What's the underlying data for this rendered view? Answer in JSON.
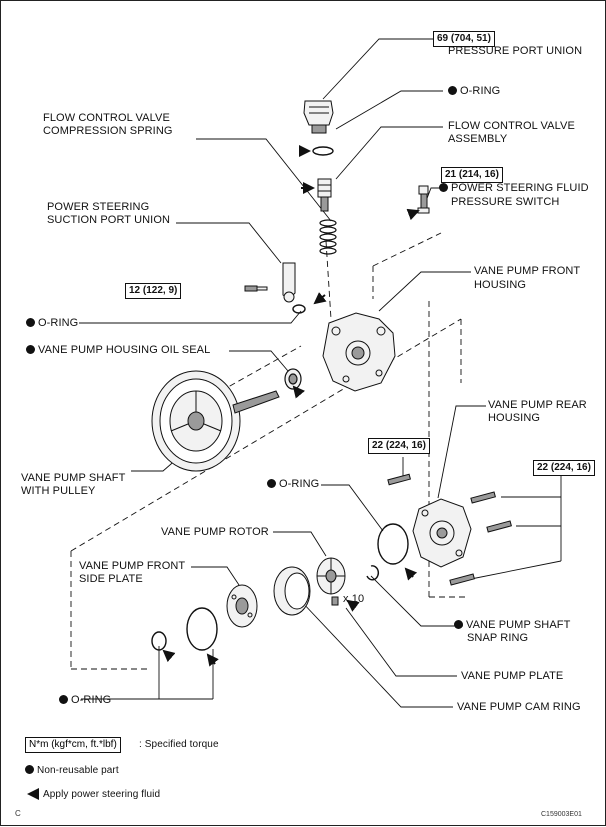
{
  "labels": {
    "pressure_port_union": "PRESSURE PORT UNION",
    "o_ring_top": "O-RING",
    "flow_control_valve_assembly": [
      "FLOW CONTROL VALVE",
      "ASSEMBLY"
    ],
    "flow_control_valve_spring": [
      "FLOW CONTROL VALVE",
      "COMPRESSION SPRING"
    ],
    "pressure_switch": [
      "POWER STEERING FLUID",
      "PRESSURE SWITCH"
    ],
    "suction_port_union": [
      "POWER STEERING",
      "SUCTION PORT UNION"
    ],
    "front_housing": [
      "VANE PUMP FRONT",
      "HOUSING"
    ],
    "o_ring_suction": "O-RING",
    "housing_oil_seal": "VANE PUMP HOUSING OIL SEAL",
    "rear_housing": [
      "VANE PUMP REAR",
      "HOUSING"
    ],
    "shaft_with_pulley": [
      "VANE PUMP SHAFT",
      "WITH PULLEY"
    ],
    "o_ring_rear": "O-RING",
    "rotor": "VANE PUMP ROTOR",
    "front_side_plate": [
      "VANE PUMP FRONT",
      "SIDE PLATE"
    ],
    "shaft_snap_ring": [
      "VANE PUMP SHAFT",
      "SNAP RING"
    ],
    "pump_plate": "VANE PUMP PLATE",
    "o_ring_bottom": "O-RING",
    "cam_ring": "VANE PUMP CAM RING",
    "vane_count": "x 10"
  },
  "torques": {
    "pressure_port_union": "69 (704, 51)",
    "pressure_switch": "21 (214, 16)",
    "suction_union_bolt": "12 (122, 9)",
    "rear_housing_left": "22 (224, 16)",
    "rear_housing_right": "22 (224, 16)"
  },
  "legend": {
    "torque_box": "N*m (kgf*cm, ft.*lbf)",
    "torque_text": ": Specified torque",
    "non_reusable": "Non-reusable part",
    "apply_fluid": "Apply power steering fluid"
  },
  "corner_letter": "C",
  "figure_id": "C159003E01",
  "colors": {
    "line": "#111111",
    "part_fill": "#f2f2f2",
    "shade": "#9a9a9a"
  }
}
